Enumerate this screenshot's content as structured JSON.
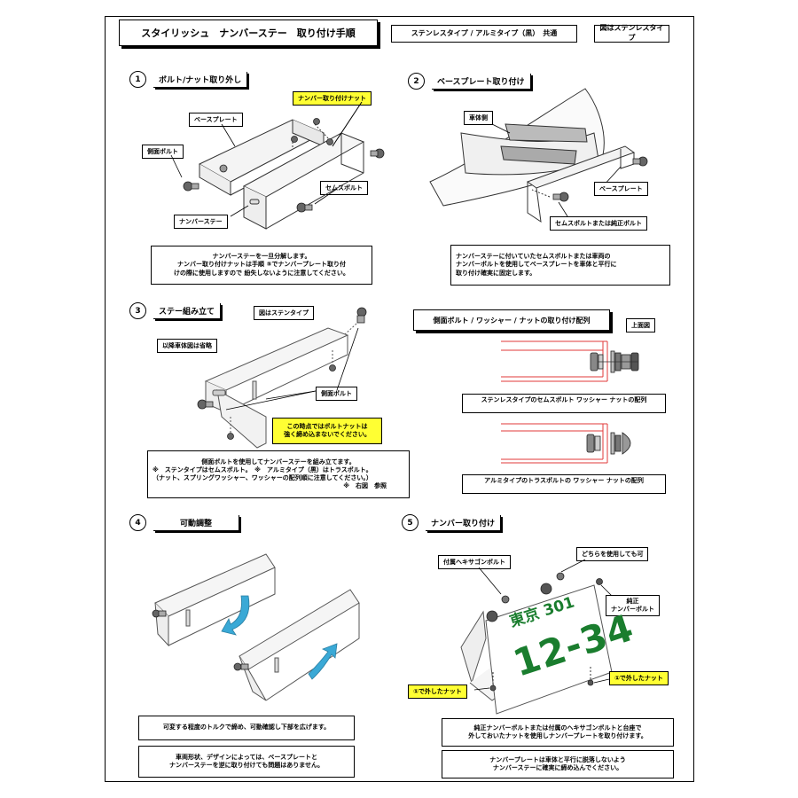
{
  "header": {
    "title": "スタイリッシュ　ナンバーステー　取り付け手順",
    "compat": "ステンレスタイプ / アルミタイプ（黒）　共通",
    "figure_note": "図はステンレスタイプ"
  },
  "step1": {
    "num": "1",
    "title": "ボルト/ナット取り外し",
    "labels": {
      "nut": "ナンバー取り付けナット",
      "base_plate": "ベースプレート",
      "side_bolt": "側面ボルト",
      "sems_bolt": "セムスボルト",
      "stay": "ナンバーステー"
    },
    "note": [
      "ナンバーステーを一旦分解します。",
      "ナンバー取り付けナットは手順 ⑤でナンバープレート取り付",
      "けの際に使用しますので 紛失しないように注意してください。"
    ]
  },
  "step2": {
    "num": "2",
    "title": "ベースプレート取り付け",
    "labels": {
      "body_side": "車体側",
      "base_plate": "ベースプレート",
      "bolt": "セムスボルトまたは純正ボルト"
    },
    "note": [
      "ナンバーステーに付いていたセムスボルトまたは車両の",
      "ナンバーボルトを使用してベースプレートを車体と平行に",
      "取り付け確実に固定します。"
    ]
  },
  "step3": {
    "num": "3",
    "title": "ステー組み立て",
    "figure_note": "図はステンタイプ",
    "labels": {
      "omitted": "以降車体図は省略",
      "side_bolt": "側面ボルト",
      "warning": [
        "この時点ではボルトナットは",
        "強く締め込まないでください。"
      ]
    },
    "note": [
      "側面ボルトを使用してナンバーステーを組み立てます。",
      "※　ステンタイプはセムスボルト。　※　アルミタイプ（黒）はトラスボルト。",
      "（ナット、スプリングワッシャー、ワッシャーの配列順に注意してください。）",
      "※　右図　参照"
    ]
  },
  "arrangement": {
    "title": "側面ボルト / ワッシャー / ナットの取り付け配列",
    "view": "上面図",
    "stainless_caption": "ステンレスタイプのセムスボルト ワッシャー ナットの配列",
    "aluminum_caption": "アルミタイプのトラスボルトの ワッシャー ナットの配列"
  },
  "step4": {
    "num": "4",
    "title": "可動調整",
    "note1": "可変する程度のトルクで締め、可動確認し下部を広げます。",
    "note2": [
      "車両形状、デザインによっては、ベースプレートと",
      "ナンバーステーを逆に取り付けても問題はありません。"
    ]
  },
  "step5": {
    "num": "5",
    "title": "ナンバー取り付け",
    "labels": {
      "hex_bolt": "付属ヘキサゴンボルト",
      "either": "どちらを使用しても可",
      "genuine": [
        "純正",
        "ナンバーボルト"
      ],
      "removed_left": "①で外したナット",
      "removed_right": "①で外したナット"
    },
    "plate": {
      "top": "東京 301",
      "number": "12-34"
    },
    "note1": [
      "純正ナンバーボルトまたは付属のヘキサゴンボルトと台座で",
      "外しておいたナットを使用しナンバープレートを取り付けます。"
    ],
    "note2": [
      "ナンバープレートは車体と平行に脱落しないよう",
      "ナンバーステーに確実に締め込んでください。"
    ]
  },
  "colors": {
    "highlight": "#ffff33",
    "plate_green": "#1a7d2e",
    "guide_red": "#e23a3a",
    "arrow_blue": "#3aa9d6"
  }
}
